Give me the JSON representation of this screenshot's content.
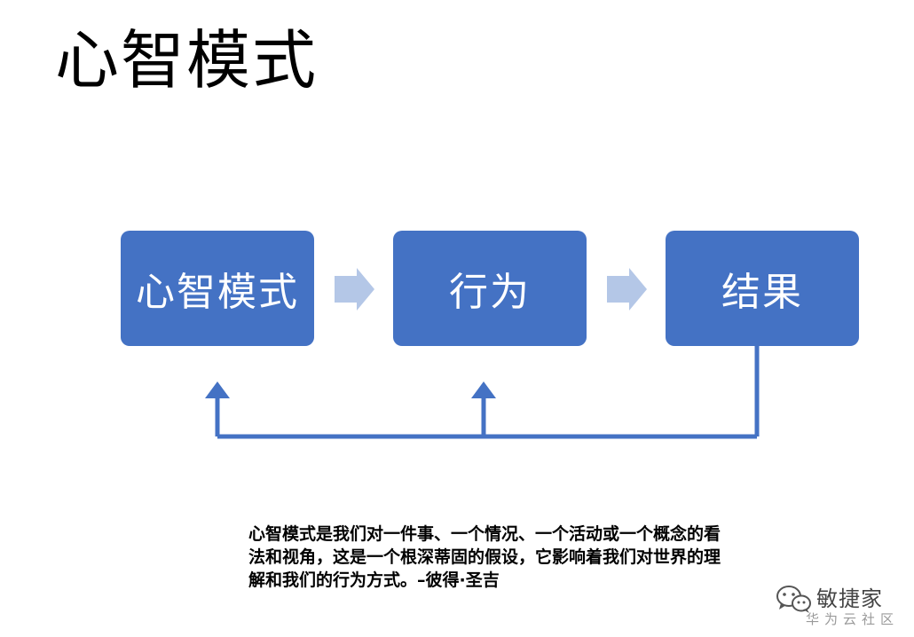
{
  "title": "心智模式",
  "flow": {
    "nodes": [
      {
        "label": "心智模式"
      },
      {
        "label": "行为"
      },
      {
        "label": "结果"
      }
    ],
    "colors": {
      "box": "#4472C4",
      "arrow": "#B4C7E7",
      "feedback_line": "#4472C4"
    }
  },
  "quote": "心智模式是我们对一件事、一个情况、一个活动或一个概念的看法和视角，这是一个根深蒂固的假设，它影响着我们对世界的理解和我们的行为方式。–彼得·圣吉",
  "watermark": {
    "icon": "wechat-icon",
    "name": "敏捷家",
    "sub": "华为云社区"
  }
}
